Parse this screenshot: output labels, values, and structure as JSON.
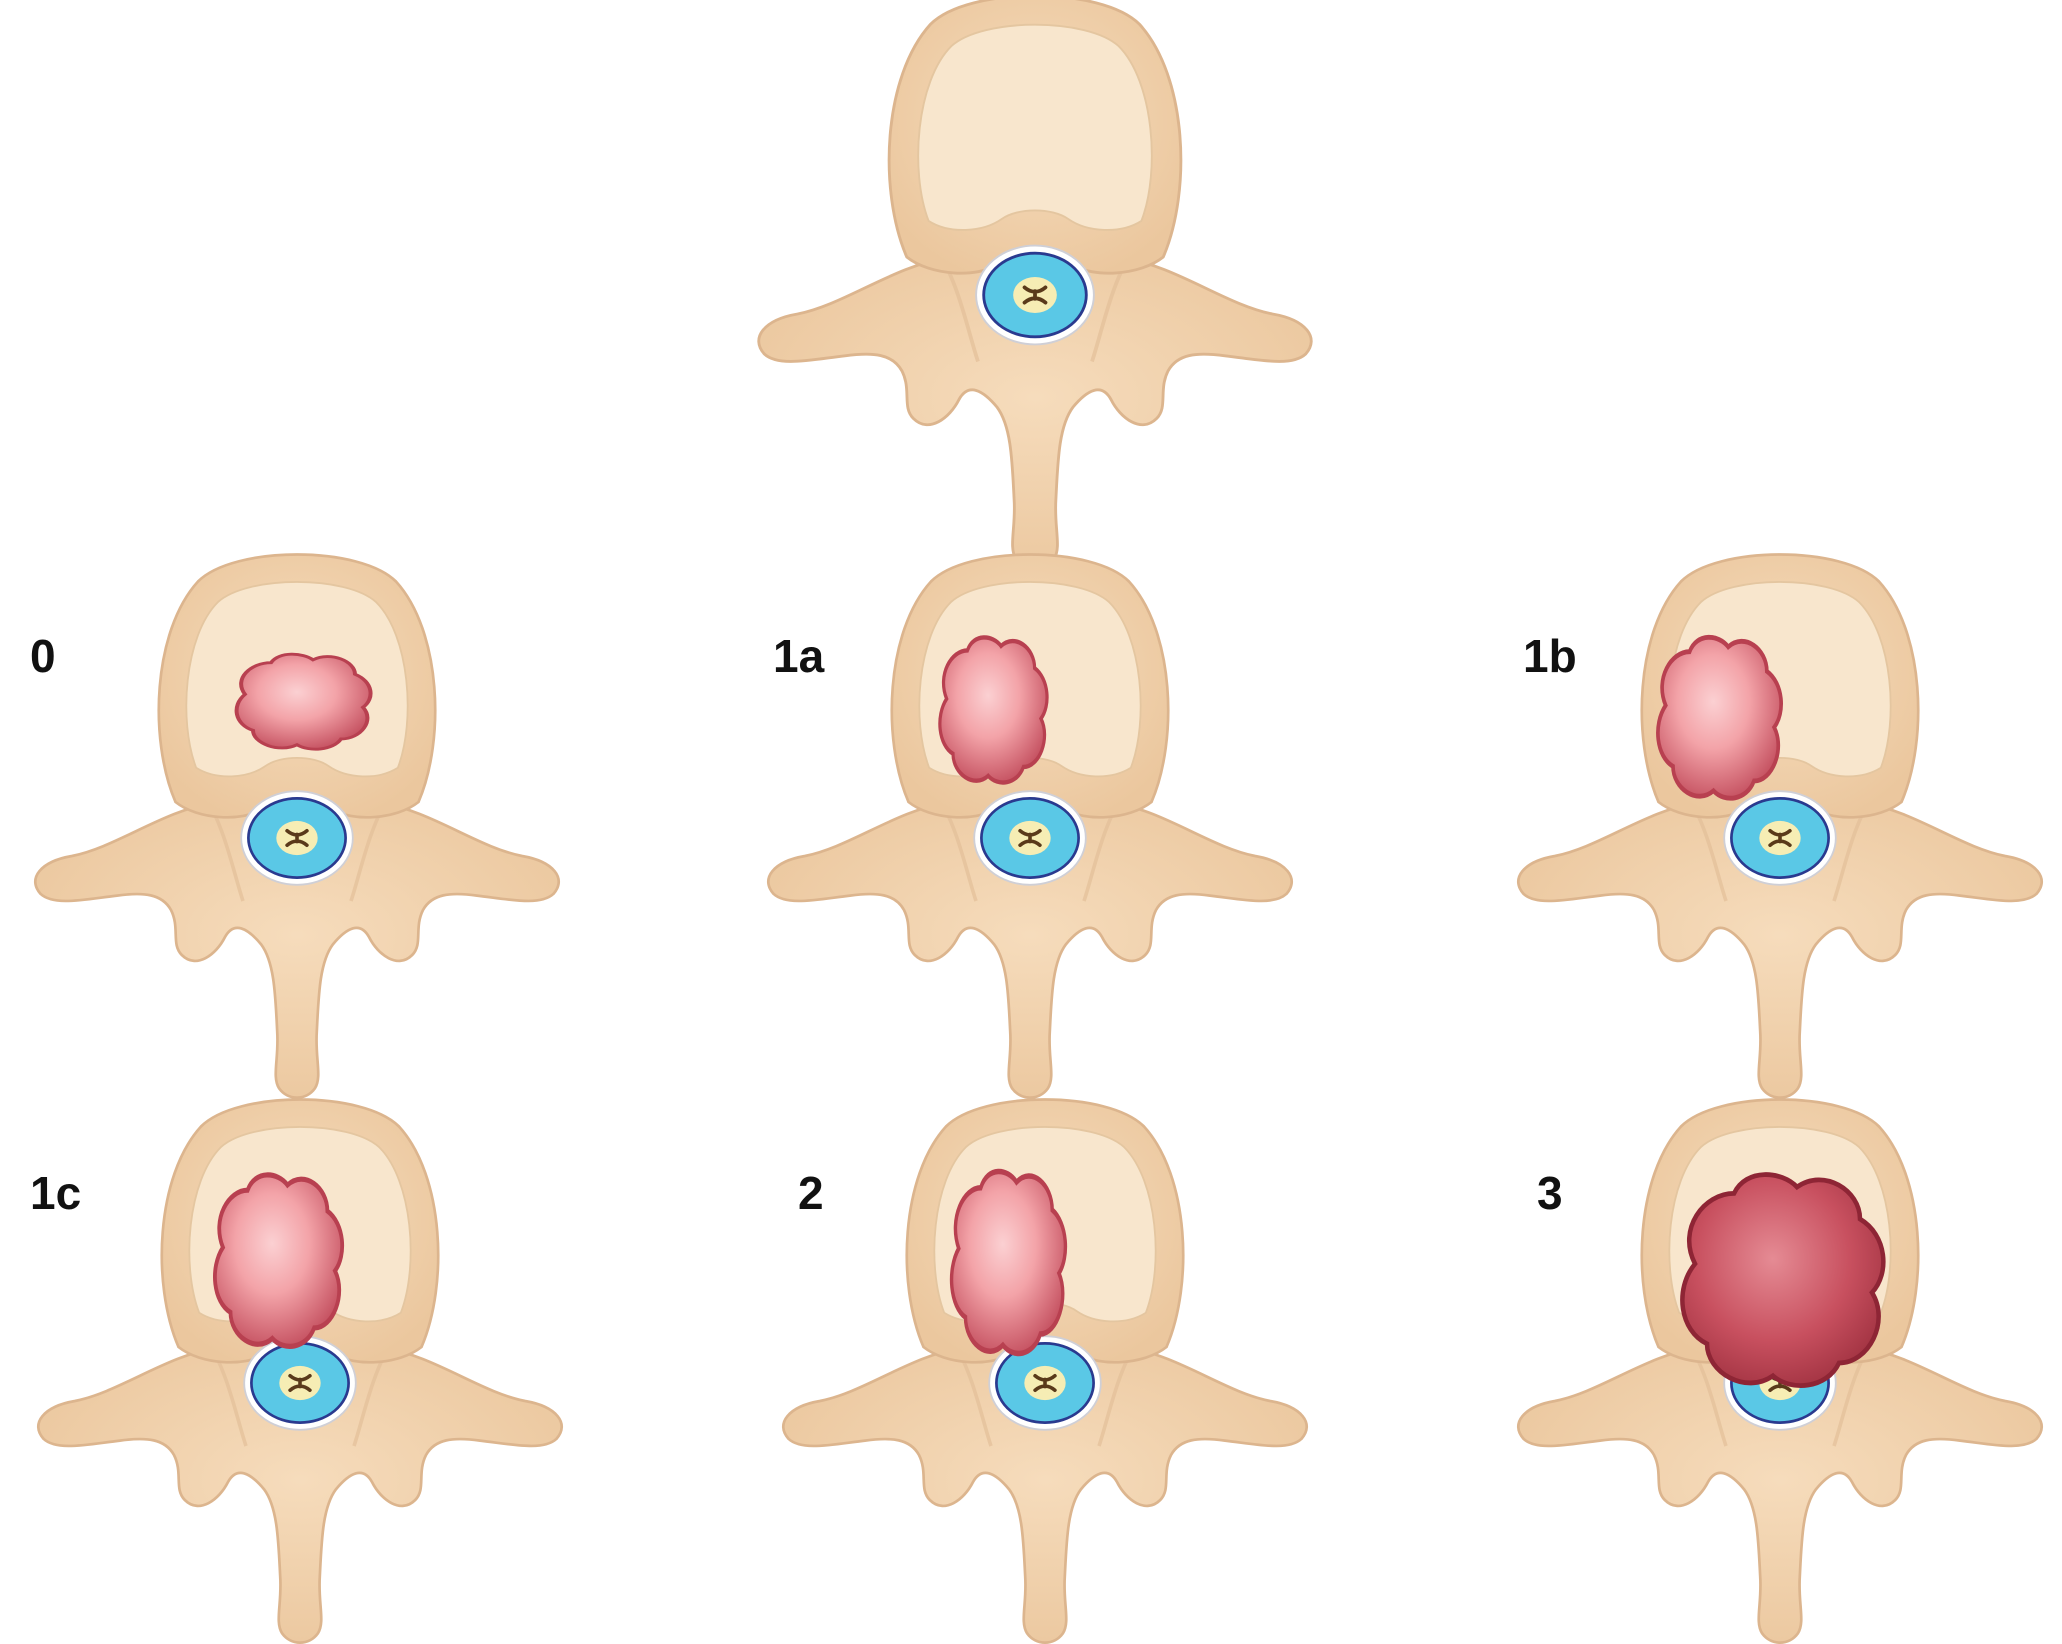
{
  "colors": {
    "bone": "#f1d2ad",
    "bone_edge": "#d9b48c",
    "body_inner": "#f7e3c7",
    "dura": "#ffffff",
    "csf": "#5ac8e6",
    "csf_edge": "#2a3a8f",
    "cord": "#f6edb4",
    "grey_matter": "#5a3a1a",
    "tumor_light": "#f3a3a8",
    "tumor_dark": "#c24c5c",
    "tumor_edge": "#9a2d3c",
    "label": "#111111"
  },
  "panels": [
    {
      "id": "normal",
      "label": "",
      "grade": "normal"
    },
    {
      "id": "0",
      "label": "0",
      "grade": "0"
    },
    {
      "id": "1a",
      "label": "1a",
      "grade": "1a"
    },
    {
      "id": "1b",
      "label": "1b",
      "grade": "1b"
    },
    {
      "id": "1c",
      "label": "1c",
      "grade": "1c"
    },
    {
      "id": "2",
      "label": "2",
      "grade": "2"
    },
    {
      "id": "3",
      "label": "3",
      "grade": "3"
    }
  ],
  "icons": [
    "vertebra-icon",
    "tumor-icon",
    "spinal-cord-icon"
  ]
}
